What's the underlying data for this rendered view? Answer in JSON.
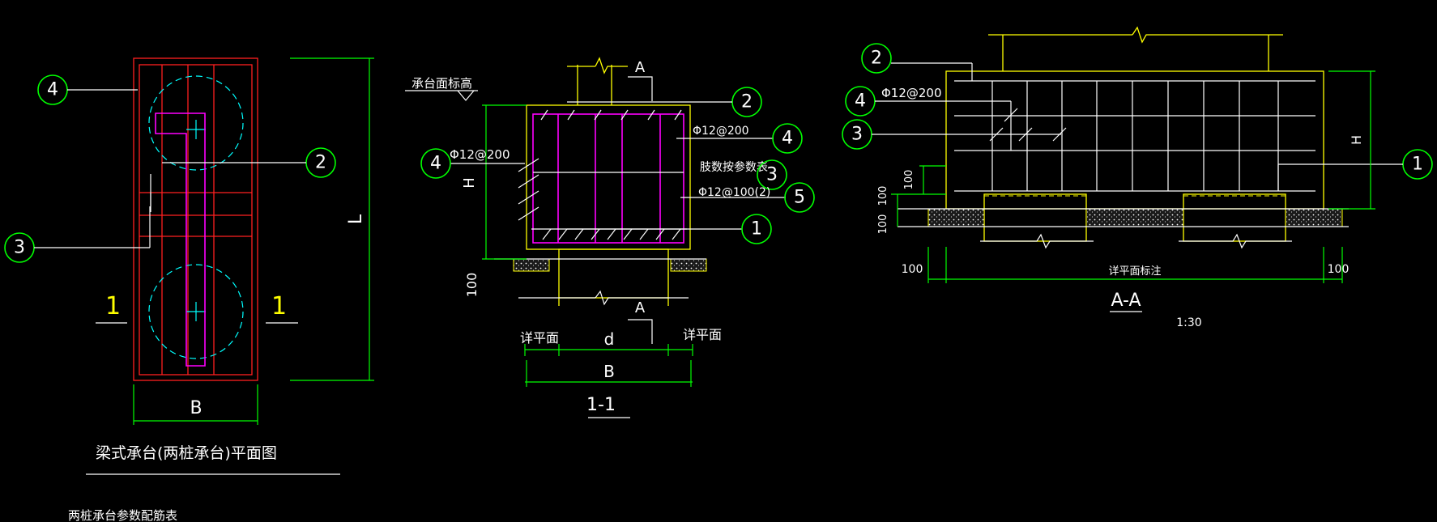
{
  "colors": {
    "background": "#000000",
    "outline": "#ffff00",
    "dimension": "#00ff00",
    "rebar": "#ff00ff",
    "plan_grid": "#ff2020",
    "pile": "#00ffff",
    "text": "#ffffff"
  },
  "plan": {
    "dim_width": "B",
    "dim_length": "L",
    "section_mark": "1",
    "title": "梁式承台(两桩承台)平面图",
    "callouts": [
      "4",
      "2",
      "3"
    ]
  },
  "section_1_1": {
    "top_mark": "A",
    "bottom_mark": "A",
    "level_label": "承台面标高",
    "dim_height": "H",
    "dim_100": "100",
    "left_rebar": "Φ12@200",
    "right_rebar_top": "Φ12@200",
    "right_table_ref": "肢数按参数表",
    "right_stirrup": "Φ12@100(2)",
    "detail_left": "详平面",
    "detail_right": "详平面",
    "dim_d": "d",
    "dim_b": "B",
    "title": "1-1",
    "callouts": [
      "2",
      "4",
      "4",
      "3",
      "5",
      "1"
    ]
  },
  "section_a_a": {
    "rebar": "Φ12@200",
    "dim_height": "H",
    "dim_100_a": "100",
    "dim_100_b": "100",
    "dim_100_c": "100",
    "dim_100_left": "100",
    "dim_100_right": "100",
    "detail_label": "详平面标注",
    "title": "A-A",
    "scale": "1:30",
    "callouts": [
      "2",
      "4",
      "3",
      "1"
    ]
  },
  "footer": {
    "table_title": "两桩承台参数配筋表"
  }
}
